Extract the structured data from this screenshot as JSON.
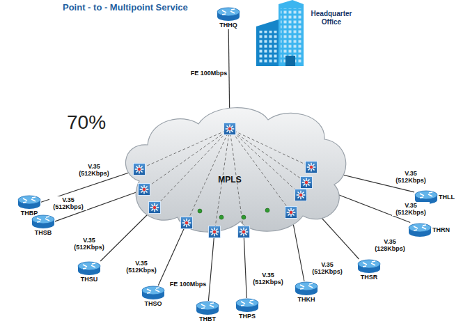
{
  "diagram": {
    "title": "Point - to - Multipoint Service",
    "nodes": [
      {
        "text": [
          "THHQ"
        ]
      },
      {
        "text": [
          "MPLS"
        ]
      },
      {
        "text": [
          "THBP"
        ]
      },
      {
        "text": [
          "THSB"
        ]
      },
      {
        "text": [
          "THSU"
        ]
      },
      {
        "text": [
          "THSO"
        ]
      },
      {
        "text": [
          "THBT"
        ]
      },
      {
        "text": [
          "THPS"
        ]
      },
      {
        "text": [
          "THKH"
        ]
      },
      {
        "text": [
          "THSR"
        ]
      },
      {
        "text": [
          "THRN"
        ]
      },
      {
        "text": [
          "THLL"
        ]
      }
    ],
    "edges": [
      {
        "from": 0,
        "to": 1,
        "label": "FE 100Mbps",
        "arrow": "none"
      },
      {
        "from": 1,
        "to": 2,
        "label": "V.35 (512Kbps)",
        "arrow": "none"
      },
      {
        "from": 1,
        "to": 3,
        "label": "V.35 (512Kbps)",
        "arrow": "none"
      },
      {
        "from": 1,
        "to": 4,
        "label": "V.35 (512Kbps)",
        "arrow": "none"
      },
      {
        "from": 1,
        "to": 5,
        "label": "V.35 (512Kbps)",
        "arrow": "none"
      },
      {
        "from": 1,
        "to": 6,
        "label": "FE 100Mbps",
        "arrow": "none"
      },
      {
        "from": 1,
        "to": 7,
        "label": "V.35 (512Kbps)",
        "arrow": "none"
      },
      {
        "from": 1,
        "to": 8,
        "label": "V.35 (512Kbps)",
        "arrow": "none"
      },
      {
        "from": 1,
        "to": 9,
        "label": "V.35 (128Kbps)",
        "arrow": "none"
      },
      {
        "from": 1,
        "to": 10,
        "label": "V.35 (512Kbps)",
        "arrow": "none"
      },
      {
        "from": 1,
        "to": 11,
        "label": "V.35 (512Kbps)",
        "arrow": "none"
      }
    ],
    "labels": [
      "70%",
      "Headquarter Office"
    ]
  }
}
